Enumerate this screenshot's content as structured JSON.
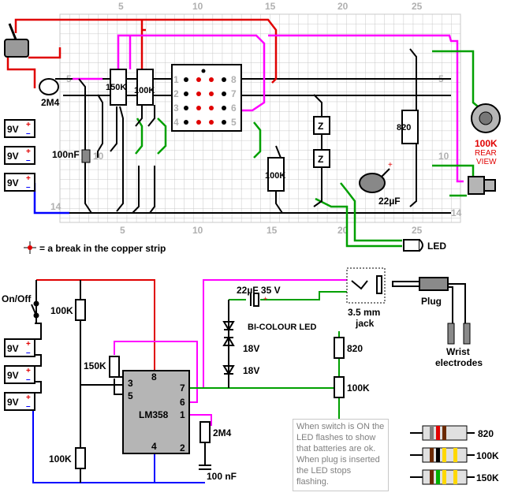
{
  "stripboard": {
    "column_numbers": [
      "5",
      "10",
      "15",
      "20",
      "25"
    ],
    "row_numbers": [
      "5",
      "10",
      "14"
    ],
    "ic_pins_left": [
      "1",
      "2",
      "3",
      "4"
    ],
    "ic_pins_right": [
      "8",
      "7",
      "6",
      "5"
    ],
    "labels": {
      "r2m4": "2M4",
      "r150k": "150K",
      "r100k_top": "100K",
      "c100nf": "100nF",
      "r100k_bottom": "100K",
      "r820": "820",
      "z1": "Z",
      "z2": "Z",
      "cap22": "22µF",
      "cap_plus": "+",
      "pot": "100K",
      "rear": "REAR",
      "view": "VIEW",
      "led": "LED",
      "batt1": "9V",
      "batt2": "9V",
      "batt3": "9V"
    },
    "legend_text": "= a break in the copper strip"
  },
  "schematic": {
    "switch": "On/Off",
    "r_top": "100K",
    "r_mid": "150K",
    "r_bottom": "100K",
    "ic": "LM358",
    "pins": {
      "p8": "8",
      "p3": "3",
      "p5": "5",
      "p7": "7",
      "p6": "6",
      "p1": "1",
      "p4": "4",
      "p2": "2"
    },
    "cap22": "22µF 35 V",
    "cap_plus": "+",
    "bicolour": "BI-COLOUR LED",
    "z18a": "18V",
    "z18b": "18V",
    "jack1": "3.5 mm",
    "jack2": "jack",
    "plug": "Plug",
    "wrist1": "Wrist",
    "wrist2": "electrodes",
    "r820": "820",
    "pot": "100K",
    "r2m4": "2M4",
    "c100nf": "100 nF",
    "batt1": "9V",
    "batt2": "9V",
    "batt3": "9V"
  },
  "note": "When switch is ON the LED flashes to show that batteries are ok. When plug is inserted the LED stops flashing.",
  "colour_codes": {
    "r820": "820",
    "r100k": "100K",
    "r150k": "150K"
  },
  "colors": {
    "grid": "#c8c8c8",
    "red": "#e00000",
    "magenta": "#ff00ff",
    "green": "#00a000",
    "blue": "#0000ff",
    "black": "#000000"
  }
}
